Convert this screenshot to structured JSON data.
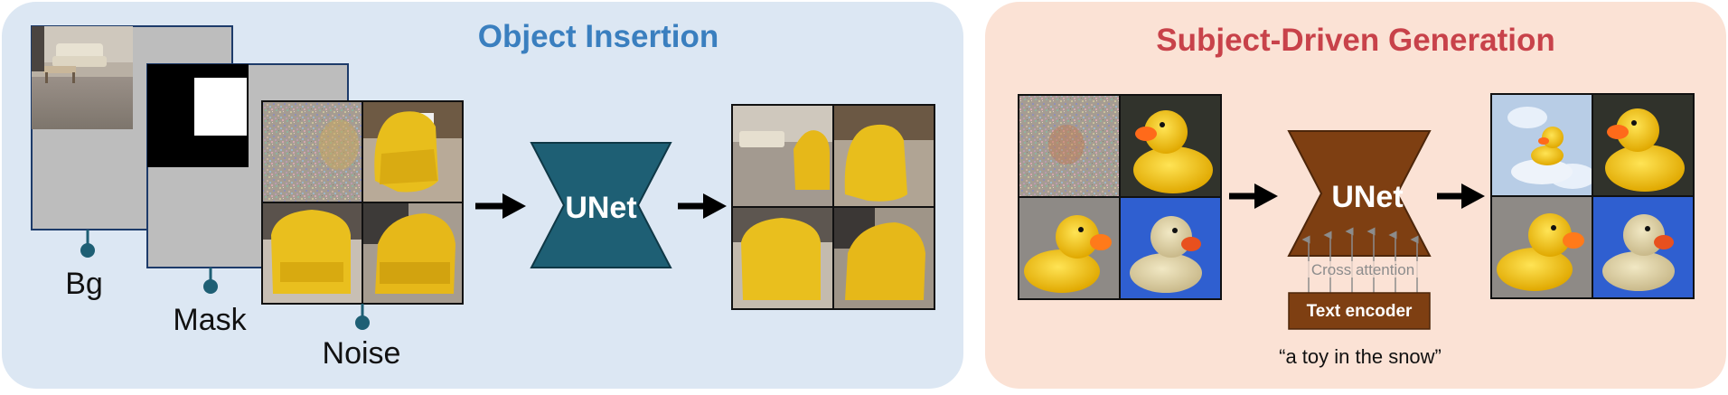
{
  "panels": {
    "object_insertion": {
      "title": "Object Insertion",
      "title_color": "#3a7fbf",
      "background": "#dce7f3",
      "inputs": {
        "bg_label": "Bg",
        "mask_label": "Mask",
        "noise_label": "Noise"
      },
      "model_label": "UNet",
      "model_color": "#1e5f74"
    },
    "subject_driven_generation": {
      "title": "Subject-Driven Generation",
      "title_color": "#c8424a",
      "background": "#fbe2d5",
      "model_label": "UNet",
      "model_color": "#7e3f12",
      "cross_attention_label": "Cross attention",
      "text_encoder_label": "Text encoder",
      "prompt": "“a toy in the snow”"
    }
  },
  "icons": [
    "right-arrow-icon",
    "pin-connector-icon",
    "up-arrow-icon"
  ]
}
